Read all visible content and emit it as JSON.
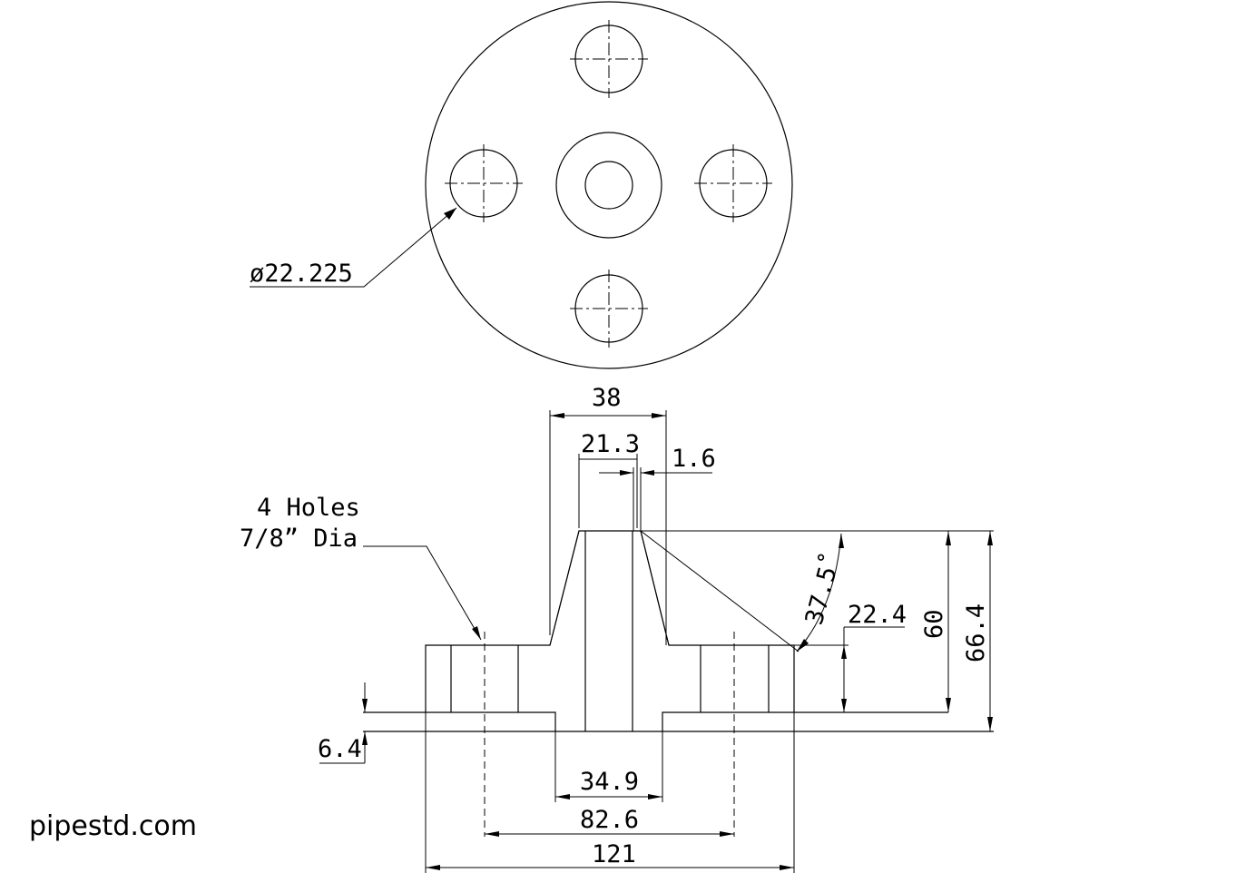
{
  "site_watermark": "pipestd.com",
  "plan_view": {
    "bolt_hole_callout": "ø22.225"
  },
  "section_view": {
    "holes_note_line1": "4 Holes",
    "holes_note_line2": "7/8” Dia",
    "dimensions": {
      "hub_top_width": "38",
      "bore_diameter": "21.3",
      "raised_face_step": "1.6",
      "taper_angle": "37.5˚",
      "flange_thickness": "22.4",
      "hub_height": "60",
      "overall_height": "66.4",
      "raised_face_height": "6.4",
      "raised_face_diameter": "34.9",
      "bolt_circle_diameter": "82.6",
      "outside_diameter": "121"
    }
  }
}
